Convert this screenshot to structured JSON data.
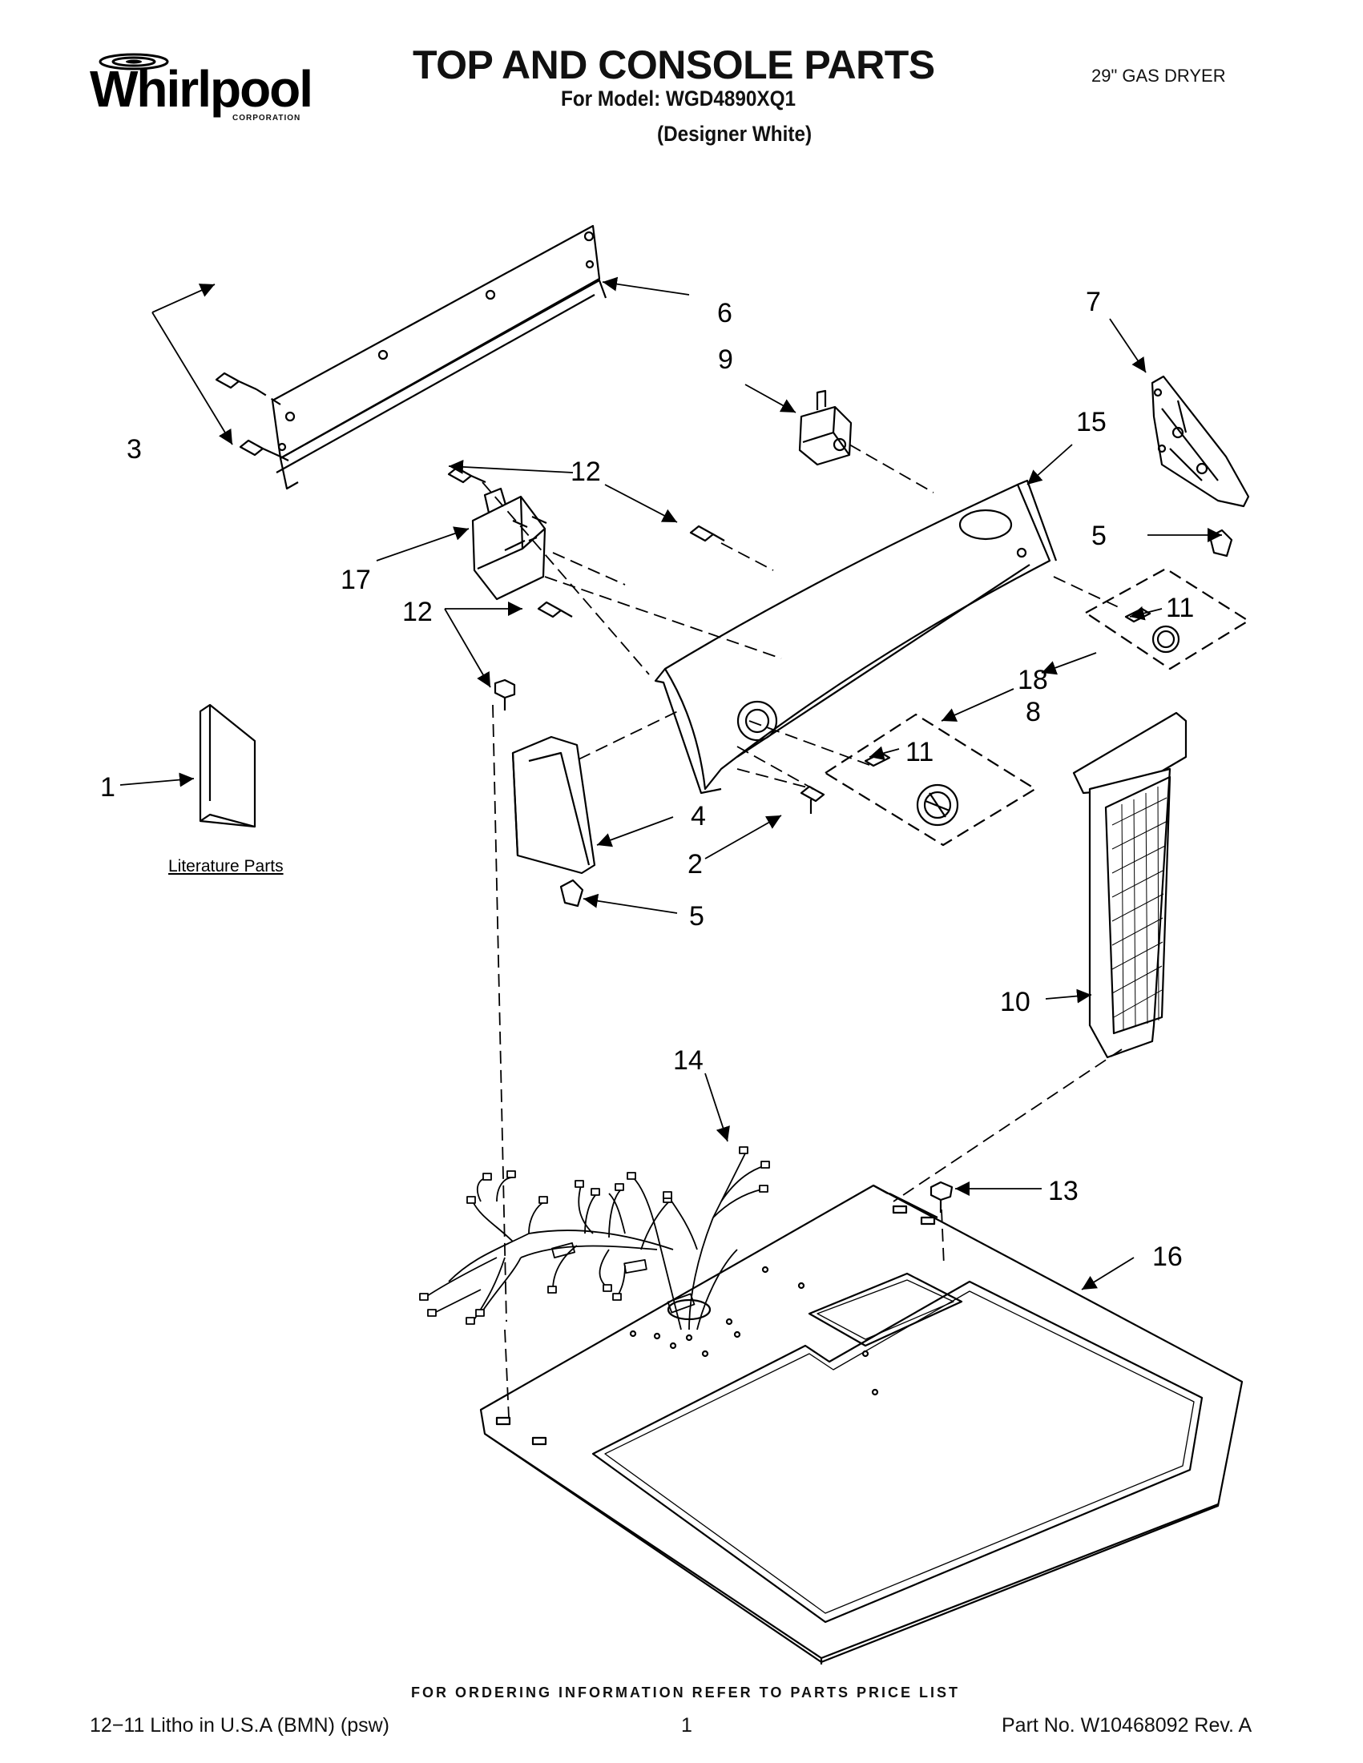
{
  "brand": {
    "name": "Whirlpool",
    "sub": "CORPORATION"
  },
  "header": {
    "title": "TOP AND CONSOLE PARTS",
    "model": "For Model: WGD4890XQ1",
    "color": "(Designer White)",
    "product": "29\" GAS DRYER"
  },
  "diagram": {
    "literature_label": "Literature Parts",
    "callouts": {
      "c1": "1",
      "c2": "2",
      "c3": "3",
      "c4": "4",
      "c5a": "5",
      "c5b": "5",
      "c6": "6",
      "c7": "7",
      "c8": "8",
      "c9": "9",
      "c10": "10",
      "c11a": "11",
      "c11b": "11",
      "c12a": "12",
      "c12b": "12",
      "c13": "13",
      "c14": "14",
      "c15": "15",
      "c16": "16",
      "c17": "17",
      "c18": "18"
    }
  },
  "footer": {
    "order_note": "FOR ORDERING INFORMATION REFER TO PARTS PRICE LIST",
    "litho": "12−11 Litho in U.S.A (BMN) (psw)",
    "page": "1",
    "part_no": "Part No. W10468092 Rev. A"
  }
}
